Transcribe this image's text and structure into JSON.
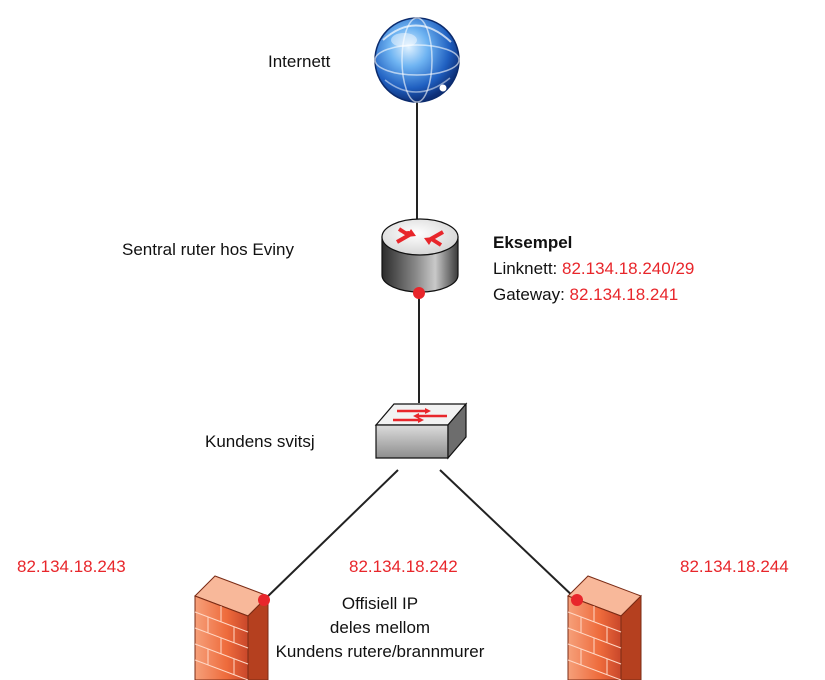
{
  "nodes": {
    "internet": {
      "label": "Internett",
      "icon": "globe-icon"
    },
    "central_router": {
      "label": "Sentral ruter hos Eviny",
      "icon": "router-icon"
    },
    "customer_switch": {
      "label": "Kundens svitsj",
      "icon": "switch-icon"
    },
    "firewall_left": {
      "icon": "firewall-icon"
    },
    "firewall_right": {
      "icon": "firewall-icon"
    }
  },
  "example": {
    "heading": "Eksempel",
    "linknet_label": "Linknett:",
    "linknet_value": "82.134.18.240/29",
    "gateway_label": "Gateway:",
    "gateway_value": "82.134.18.241"
  },
  "ips": {
    "left": "82.134.18.243",
    "center": "82.134.18.242",
    "right": "82.134.18.244"
  },
  "shared_ip_note": {
    "line1": "Offisiell IP",
    "line2": "deles mellom",
    "line3": "Kundens rutere/brannmurer"
  },
  "colors": {
    "accent_red": "#e8262b",
    "firewall_orange": "#f07a4a",
    "globe_blue": "#2f6fc7"
  }
}
